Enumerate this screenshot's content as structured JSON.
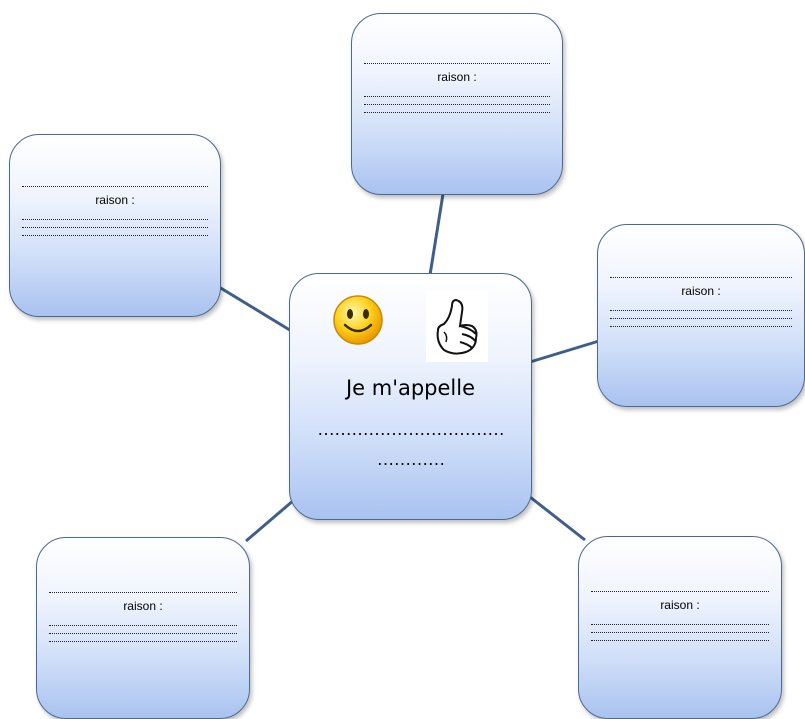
{
  "center": {
    "label": "Je m'appelle",
    "dots_line1": "……………………………",
    "dots_line2": "…………",
    "icons": [
      "smiley-icon",
      "thumbs-up-icon"
    ]
  },
  "reasons": [
    {
      "label": "raison :"
    },
    {
      "label": "raison :"
    },
    {
      "label": "raison :"
    },
    {
      "label": "raison :"
    },
    {
      "label": "raison :"
    }
  ],
  "colors": {
    "box_border": "#4a6a93",
    "box_gradient_top": "#ffffff",
    "box_gradient_bottom": "#a9c2ef",
    "connector": "#3f5f8a"
  }
}
